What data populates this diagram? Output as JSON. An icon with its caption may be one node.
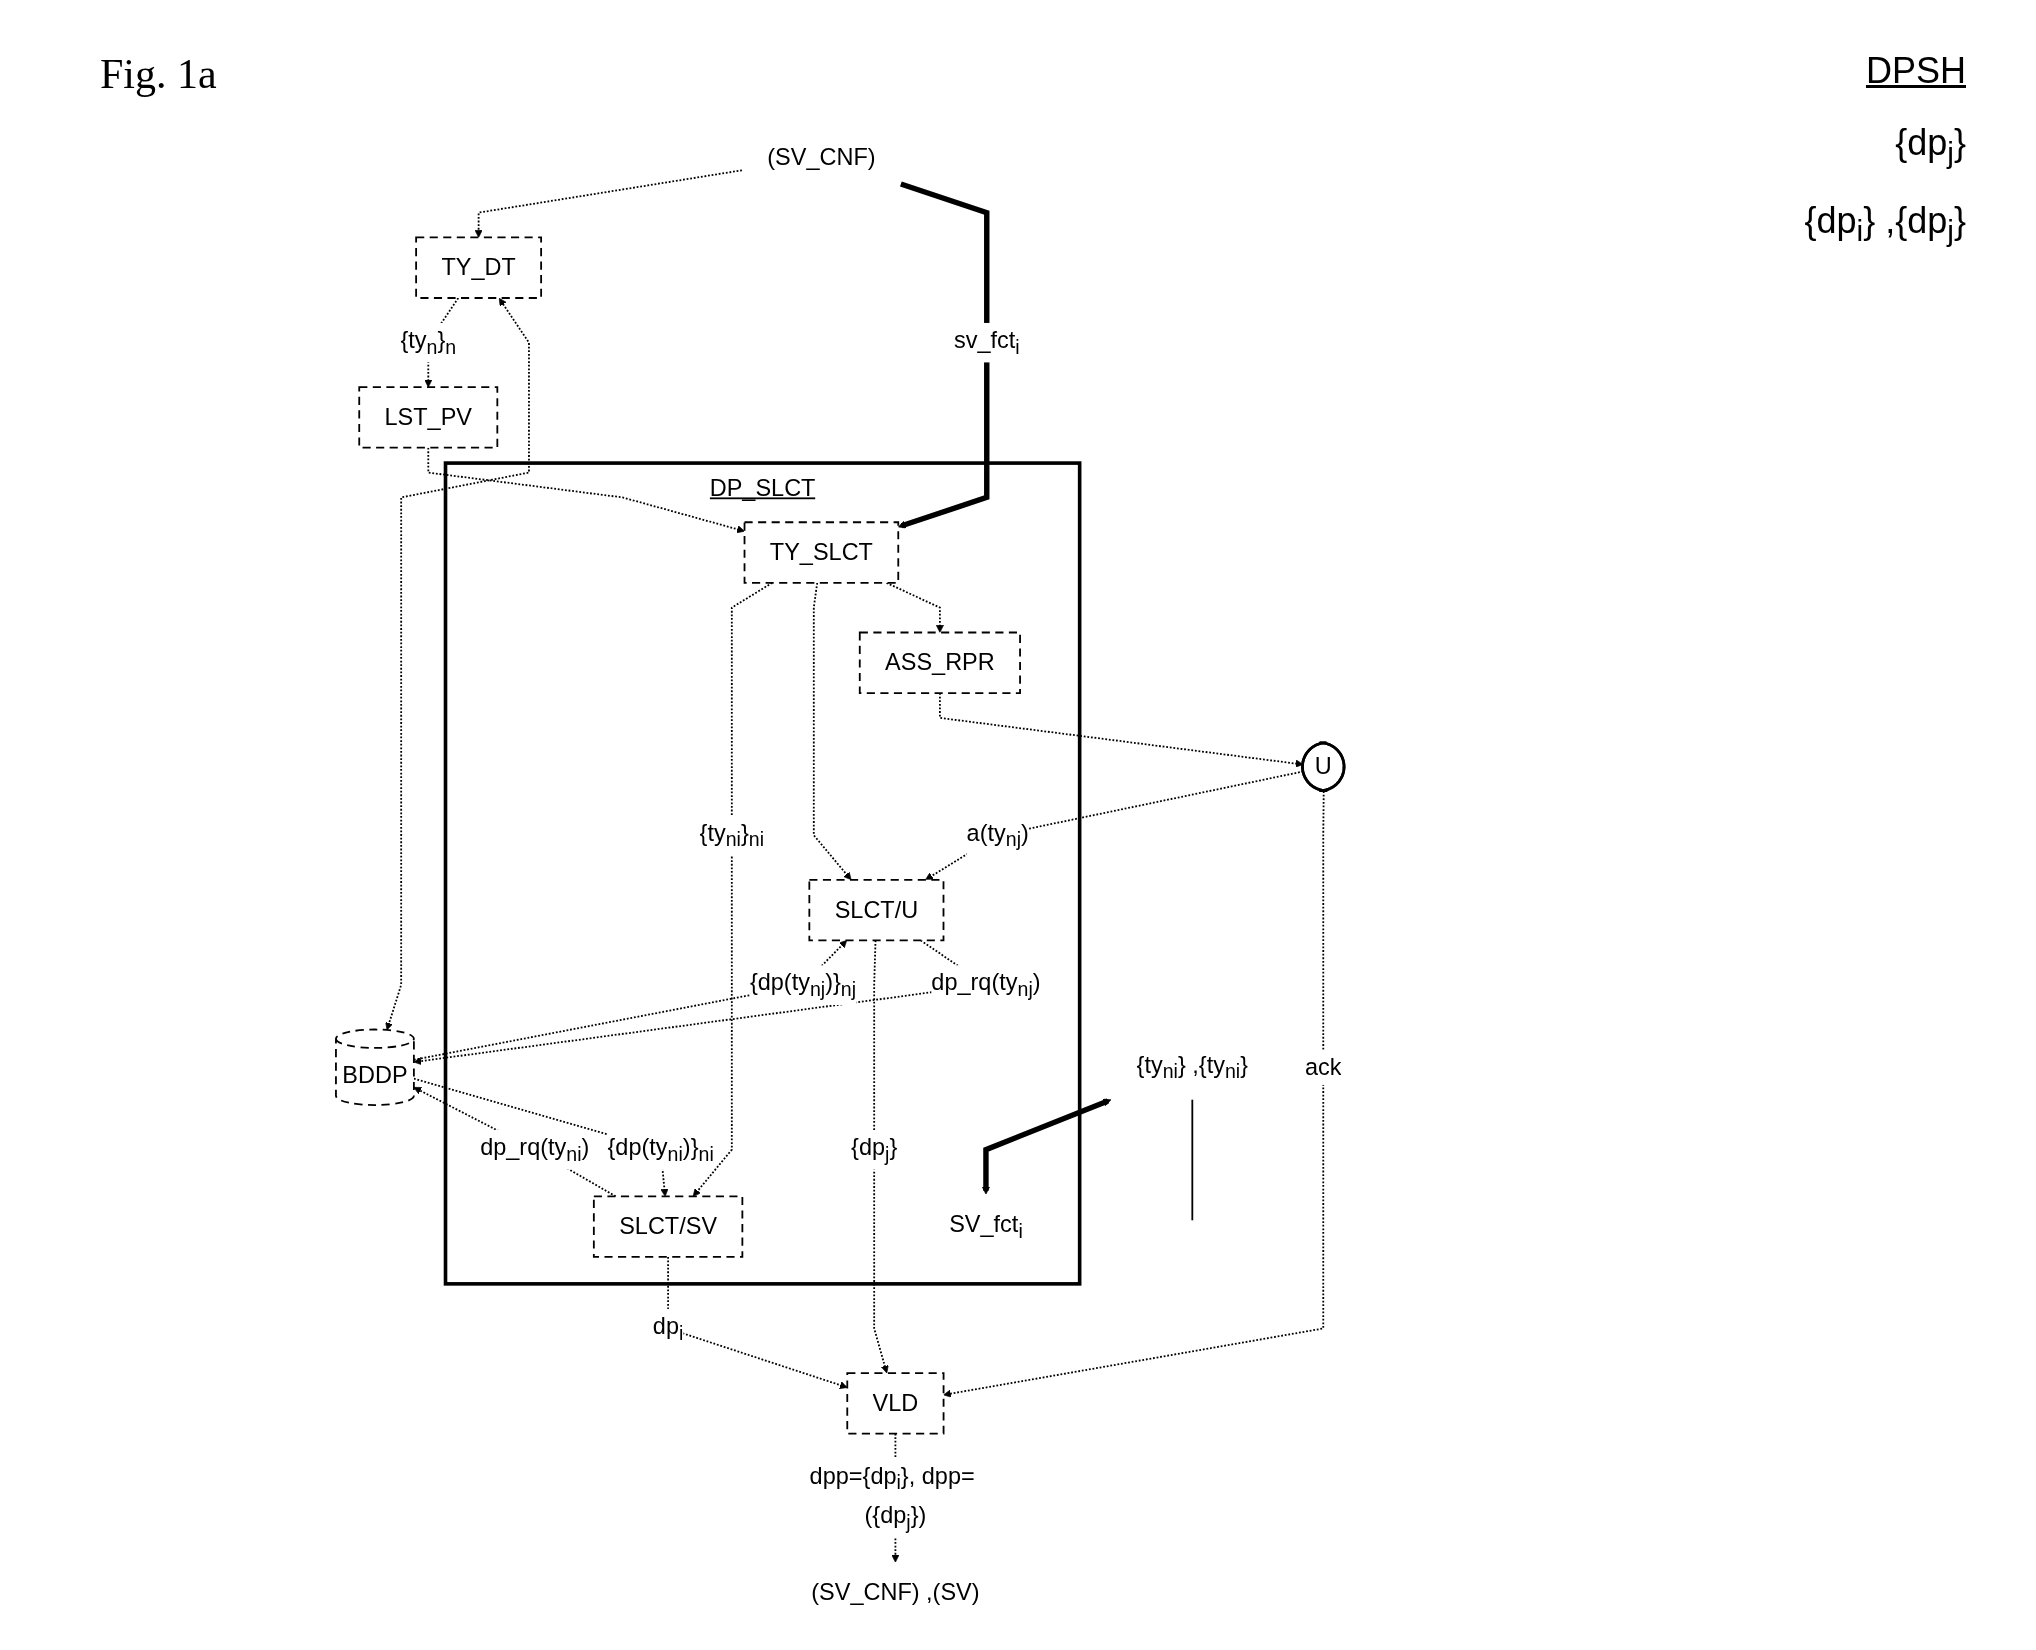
{
  "diagram": {
    "title": "Fig. 1a",
    "nodes": [
      {
        "text": [
          "(SV_CNF)"
        ]
      },
      {
        "text": [
          "TY_DT"
        ]
      },
      {
        "text": [
          "BDDP"
        ]
      },
      {
        "text": [
          "DP_SLCT"
        ]
      },
      {
        "text": [
          "{ty$_{ni}$} ,{ty$_{ni}$}"
        ]
      },
      {
        "text": [
          "SV_fct$_{i}$"
        ],
        "in": 3
      },
      {
        "text": [
          "TY_SLCT"
        ],
        "in": 3
      },
      {
        "text": [
          "LST_PV"
        ]
      },
      {
        "text": [
          "ASS_RPR"
        ],
        "in": 3
      },
      {
        "text": [
          "U"
        ]
      },
      {
        "text": [
          "SLCT/U"
        ],
        "in": 3
      },
      {
        "text": [
          "SLCT/SV"
        ],
        "in": 3
      },
      {
        "text": [
          "VLD"
        ]
      },
      {
        "text": [
          "(SV_CNF) ,(SV)"
        ]
      }
    ],
    "edges": [
      {
        "from": 0,
        "to": 6,
        "arrow": "to",
        "style": "thick",
        "label": "sv_fct$_{i}$"
      },
      {
        "from": 0,
        "to": 1,
        "arrow": "to",
        "style": "dashed"
      },
      {
        "from": 1,
        "to": 2,
        "arrow": "both",
        "style": "dashed"
      },
      {
        "from": 1,
        "to": 7,
        "arrow": "to",
        "style": "dashed",
        "label": "{ty$_{n}$}$_{n}$"
      },
      {
        "from": 7,
        "to": 6,
        "arrow": "to",
        "style": "dashed"
      },
      {
        "from": 6,
        "to": 8,
        "arrow": "to",
        "style": "dashed"
      },
      {
        "from": 6,
        "to": 10,
        "arrow": "to",
        "style": "dashed"
      },
      {
        "from": 6,
        "to": 11,
        "arrow": "to",
        "style": "dashed",
        "label": "{ty$_{ni}$}$_{ni}$"
      },
      {
        "from": 4,
        "to": 5,
        "arrow": "both",
        "style": "thick"
      },
      {
        "from": 4,
        "to": null,
        "arrow": "none"
      },
      {
        "from": 8,
        "to": 9,
        "arrow": "to",
        "style": "dashed"
      },
      {
        "from": 9,
        "to": 10,
        "arrow": "to",
        "style": "dashed",
        "label": "a(ty$_{nj}$)"
      },
      {
        "from": 10,
        "to": 2,
        "arrow": "to",
        "style": "dashed",
        "label": "dp_rq(ty$_{nj}$)"
      },
      {
        "from": 2,
        "to": 10,
        "arrow": "to",
        "style": "dashed",
        "label": "{dp(ty$_{nj}$)}$_{nj}$"
      },
      {
        "from": 11,
        "to": 2,
        "arrow": "to",
        "style": "dashed",
        "label": "dp_rq(ty$_{ni}$)"
      },
      {
        "from": 2,
        "to": 11,
        "arrow": "to",
        "style": "dashed",
        "label": "{dp(ty$_{ni}$)}$_{ni}$"
      },
      {
        "from": 11,
        "to": 12,
        "arrow": "to",
        "style": "dashed",
        "label": "dp$_{i}$"
      },
      {
        "from": 10,
        "to": 12,
        "arrow": "to",
        "style": "dashed",
        "label": "{dp$_{j}$}"
      },
      {
        "from": 9,
        "to": 12,
        "arrow": "to",
        "style": "dashed",
        "label": "ack"
      },
      {
        "from": 12,
        "to": 13,
        "arrow": "to",
        "style": "dashed",
        "label": "dpp={dp$_{i}$}, dpp= ({dp$_{j}$})"
      }
    ],
    "labels": [
      "DPSH",
      "{dp$_{j}$}",
      "{dp$_{i}$} ,{dp$_{j}$}"
    ]
  }
}
